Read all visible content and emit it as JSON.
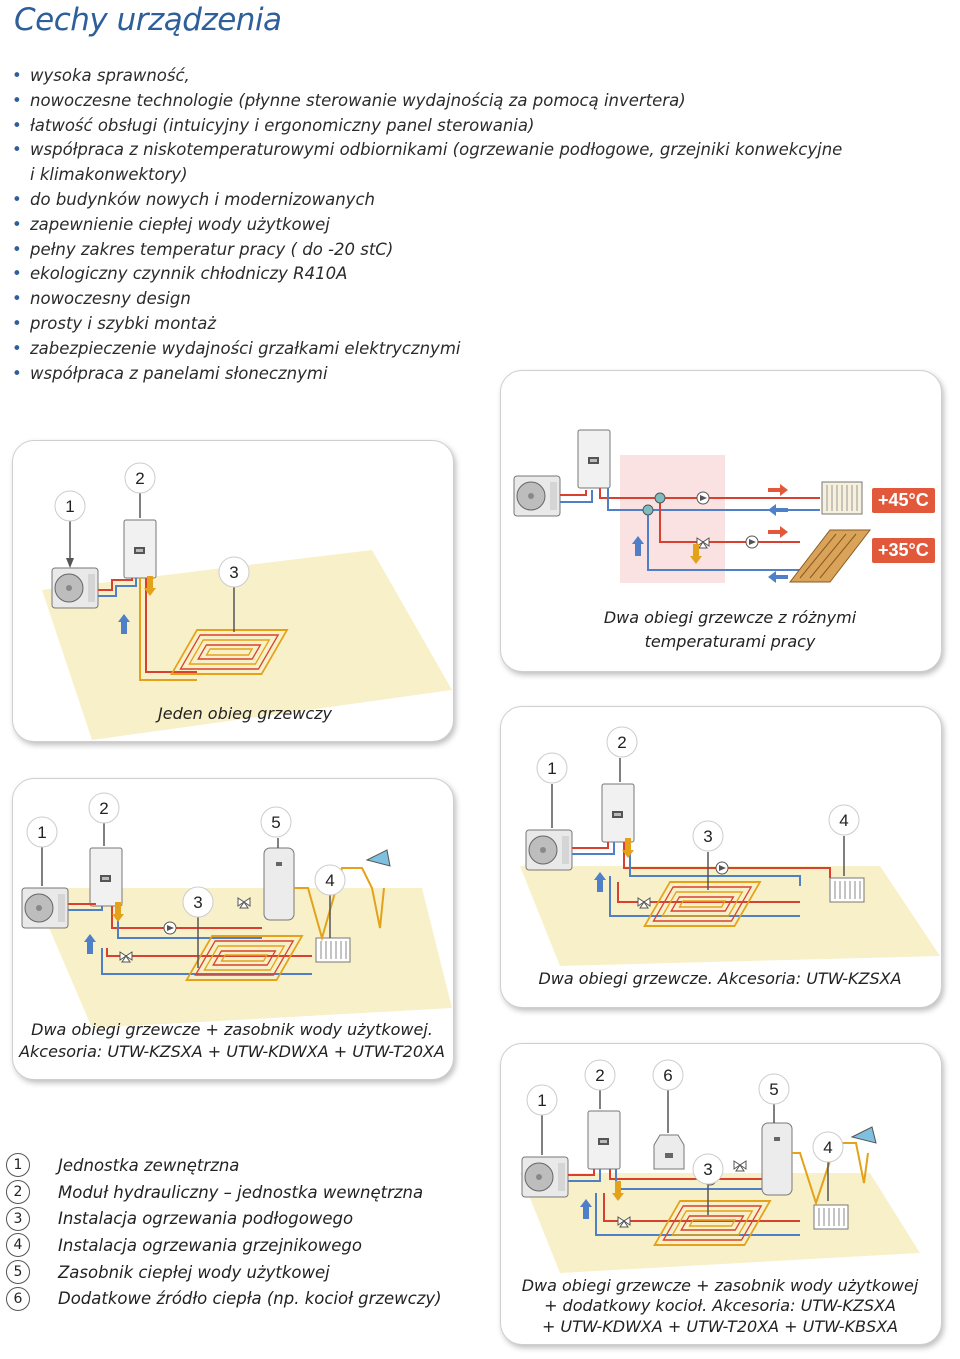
{
  "page": {
    "title": "Cechy urządzenia",
    "features": [
      "wysoka sprawność,",
      "nowoczesne technologie (płynne sterowanie wydajnością za pomocą invertera)",
      "łatwość obsługi (intuicyjny i ergonomiczny panel sterowania)",
      "współpraca z niskotemperaturowymi odbiornikami (ogrzewanie podłogowe, grzejniki konwekcyjne",
      "i klimakonwektory)",
      "do budynków nowych i modernizowanych",
      "zapewnienie ciepłej wody użytkowej",
      "pełny zakres temperatur pracy ( do -20 stC)",
      "ekologiczny czynnik chłodniczy R410A",
      "nowoczesny design",
      "prosty i szybki montaż",
      "zabezpieczenie wydajności grzałkami elektrycznymi",
      "współpraca z panelami słonecznymi"
    ]
  },
  "diagrams": {
    "single": {
      "caption": "Jeden obieg grzewczy",
      "labels": [
        "1",
        "2",
        "3"
      ]
    },
    "dual_temp": {
      "caption_1": "Dwa obiegi grzewcze z różnymi",
      "caption_2": "temperaturami pracy",
      "temp_high": "+45°C",
      "temp_low": "+35°C"
    },
    "dual_tank": {
      "caption_1": "Dwa obiegi grzewcze + zasobnik wody użytkowej.",
      "caption_2": "Akcesoria: UTW-KZSXA + UTW-KDWXA + UTW-T20XA",
      "labels": [
        "1",
        "2",
        "5",
        "3",
        "4"
      ]
    },
    "dual": {
      "caption": "Dwa obiegi grzewcze. Akcesoria: UTW-KZSXA",
      "labels": [
        "1",
        "2",
        "3",
        "4"
      ]
    },
    "full": {
      "caption_1": "Dwa obiegi grzewcze + zasobnik wody użytkowej",
      "caption_2": "+ dodatkowy kocioł. Akcesoria: UTW-KZSXA",
      "caption_3": "+ UTW-KDWXA + UTW-T20XA + UTW-KBSXA",
      "labels": [
        "1",
        "2",
        "6",
        "5",
        "3",
        "4"
      ]
    }
  },
  "legend": [
    {
      "num": "1",
      "text": "Jednostka zewnętrzna"
    },
    {
      "num": "2",
      "text": "Moduł hydrauliczny – jednostka wewnętrzna"
    },
    {
      "num": "3",
      "text": "Instalacja ogrzewania podłogowego"
    },
    {
      "num": "4",
      "text": "Instalacja ogrzewania grzejnikowego"
    },
    {
      "num": "5",
      "text": "Zasobnik ciepłej wody użytkowej"
    },
    {
      "num": "6",
      "text": "Dodatkowe źródło ciepła (np. kocioł grzewczy)"
    }
  ],
  "colors": {
    "title": "#2e5f9a",
    "floor": "#f8f0c8",
    "hot_pipe": "#d8412f",
    "cold_pipe": "#4f7fc6",
    "return_pipe": "#e3a21a",
    "accent": "#e2583b"
  }
}
